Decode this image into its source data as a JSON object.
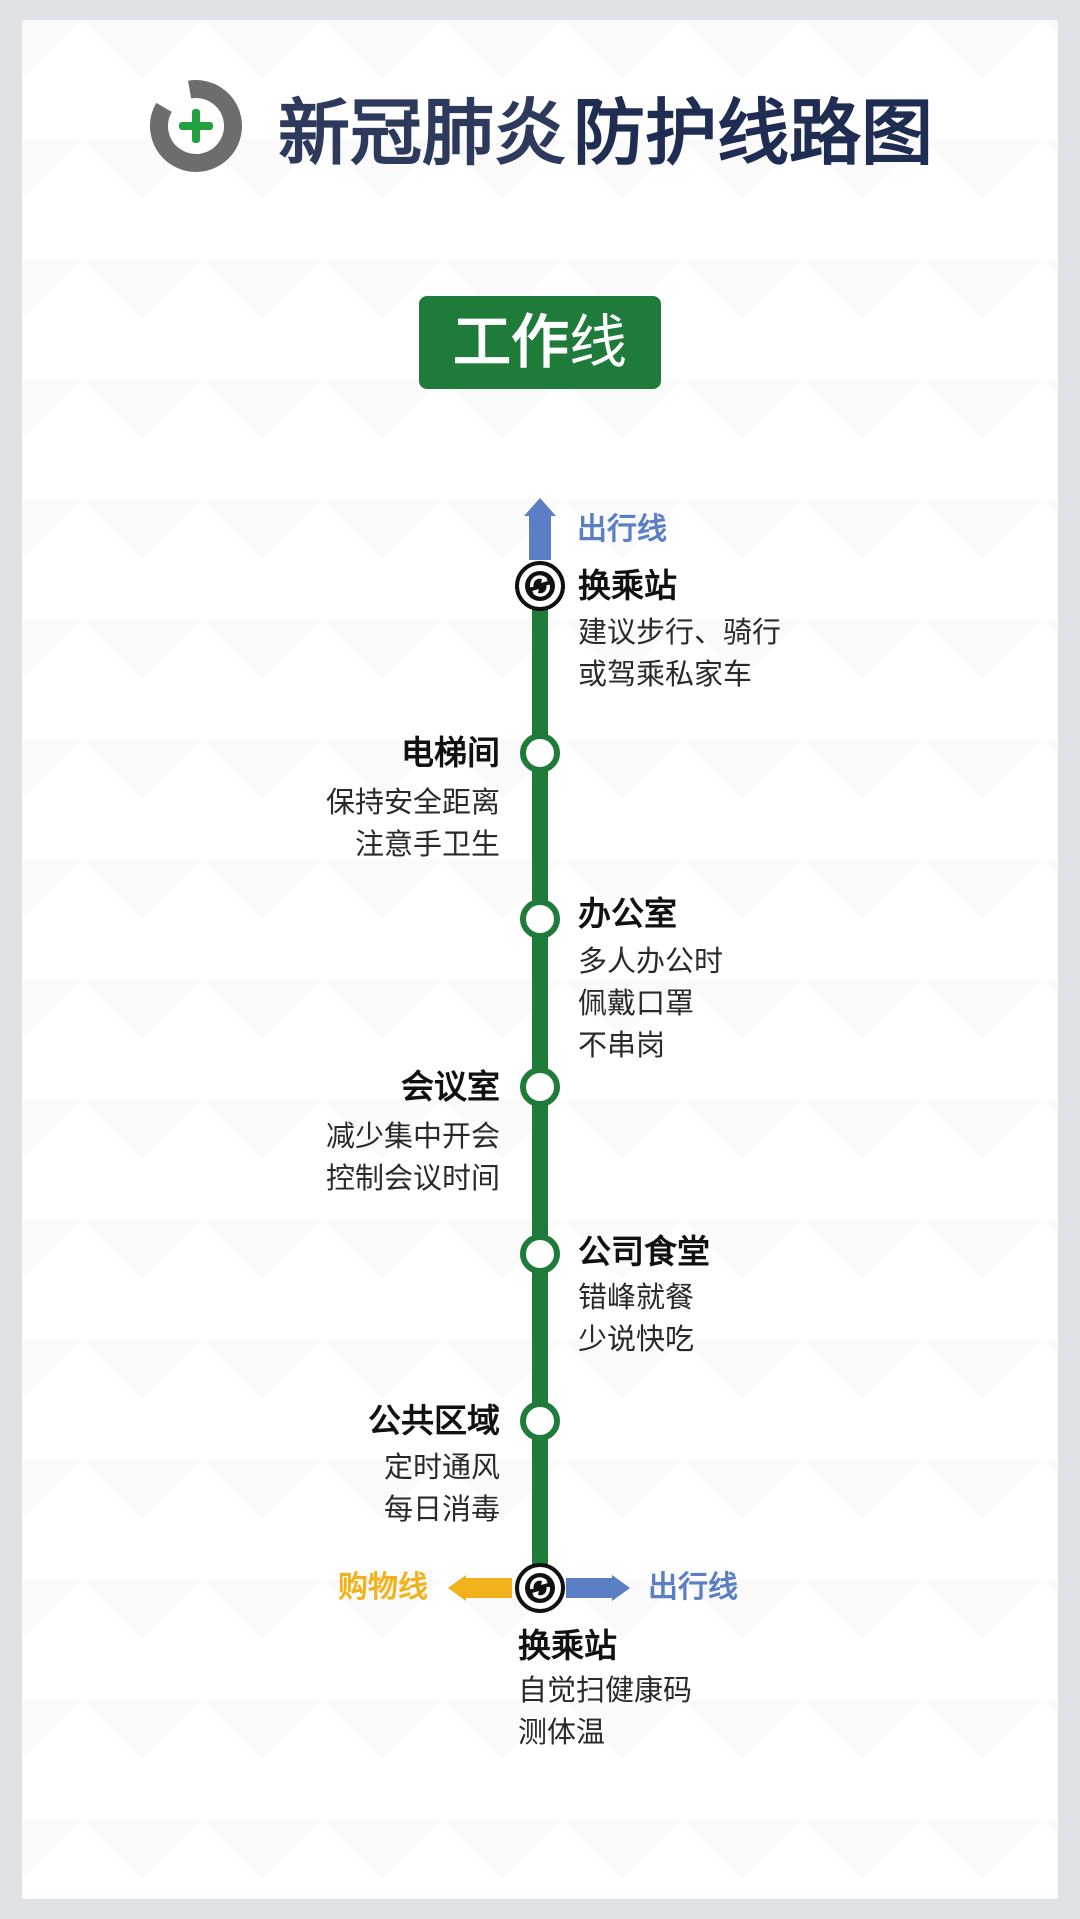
{
  "header": {
    "title_regular": "新冠肺炎",
    "title_bold": "防护线路图"
  },
  "badge": {
    "bold": "工作",
    "light": "线"
  },
  "top_direction": {
    "label": "出行线"
  },
  "stations": [
    {
      "name": "换乘站",
      "notes": [
        "建议步行、骑行",
        "或驾乘私家车"
      ]
    },
    {
      "name": "电梯间",
      "notes": [
        "保持安全距离",
        "注意手卫生"
      ]
    },
    {
      "name": "办公室",
      "notes": [
        "多人办公时",
        "佩戴口罩",
        "不串岗"
      ]
    },
    {
      "name": "会议室",
      "notes": [
        "减少集中开会",
        "控制会议时间"
      ]
    },
    {
      "name": "公司食堂",
      "notes": [
        "错峰就餐",
        "少说快吃"
      ]
    },
    {
      "name": "公共区域",
      "notes": [
        "定时通风",
        "每日消毒"
      ]
    },
    {
      "name": "换乘站",
      "notes": [
        "自觉扫健康码",
        "测体温"
      ]
    }
  ],
  "bottom_directions": {
    "left": "购物线",
    "right": "出行线"
  },
  "colors": {
    "line_green": "#1e7b3a",
    "travel_blue": "#5b7fc4",
    "shopping_yellow": "#f2b21b",
    "title_navy": "#2d3a5c"
  },
  "icons": {
    "logo": "plus-in-ring-icon",
    "transfer": "transfer-arrows-icon"
  }
}
